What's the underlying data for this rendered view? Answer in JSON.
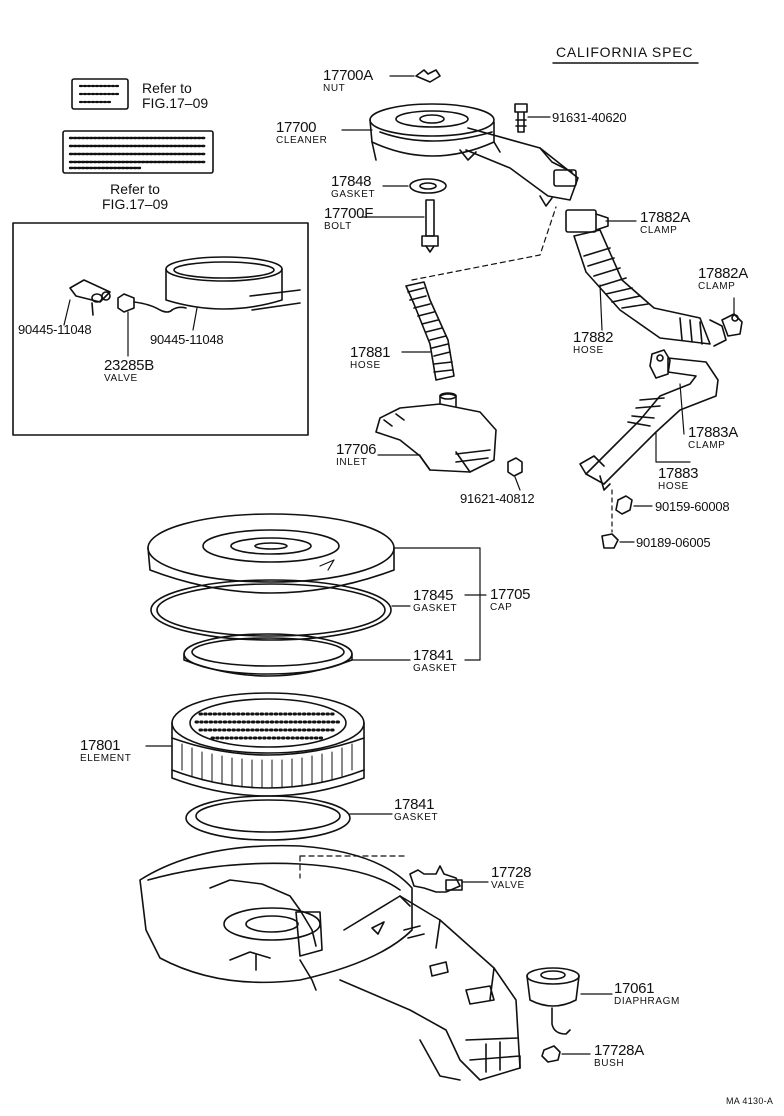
{
  "spec": "CALIFORNIA SPEC",
  "refs": [
    {
      "line1": "Refer to",
      "line2": "FIG.17–09"
    },
    {
      "line1": "Refer to",
      "line2": "FIG.17–09"
    }
  ],
  "parts": {
    "p17700A": {
      "number": "17700A",
      "name": "NUT"
    },
    "p17700": {
      "number": "17700",
      "name": "CLEANER"
    },
    "p91631": {
      "number": "91631-40620"
    },
    "p17848": {
      "number": "17848",
      "name": "GASKET"
    },
    "p17700F": {
      "number": "17700F",
      "name": "BOLT"
    },
    "p17882A_1": {
      "number": "17882A",
      "name": "CLAMP"
    },
    "p17882A_2": {
      "number": "17882A",
      "name": "CLAMP"
    },
    "p17882": {
      "number": "17882",
      "name": "HOSE"
    },
    "p90445_a": {
      "number": "90445-11048"
    },
    "p90445_b": {
      "number": "90445-11048"
    },
    "p23285B": {
      "number": "23285B",
      "name": "VALVE"
    },
    "p17881": {
      "number": "17881",
      "name": "HOSE"
    },
    "p17883A": {
      "number": "17883A",
      "name": "CLAMP"
    },
    "p17706": {
      "number": "17706",
      "name": "INLET"
    },
    "p17883": {
      "number": "17883",
      "name": "HOSE"
    },
    "p91621": {
      "number": "91621-40812"
    },
    "p90159": {
      "number": "90159-60008"
    },
    "p90189": {
      "number": "90189-06005"
    },
    "p17845": {
      "number": "17845",
      "name": "GASKET"
    },
    "p17705": {
      "number": "17705",
      "name": "CAP"
    },
    "p17841_a": {
      "number": "17841",
      "name": "GASKET"
    },
    "p17801": {
      "number": "17801",
      "name": "ELEMENT"
    },
    "p17841_b": {
      "number": "17841",
      "name": "GASKET"
    },
    "p17728": {
      "number": "17728",
      "name": "VALVE"
    },
    "p17061": {
      "number": "17061",
      "name": "DIAPHRAGM"
    },
    "p17728A": {
      "number": "17728A",
      "name": "BUSH"
    }
  },
  "code": "MA 4130-A"
}
